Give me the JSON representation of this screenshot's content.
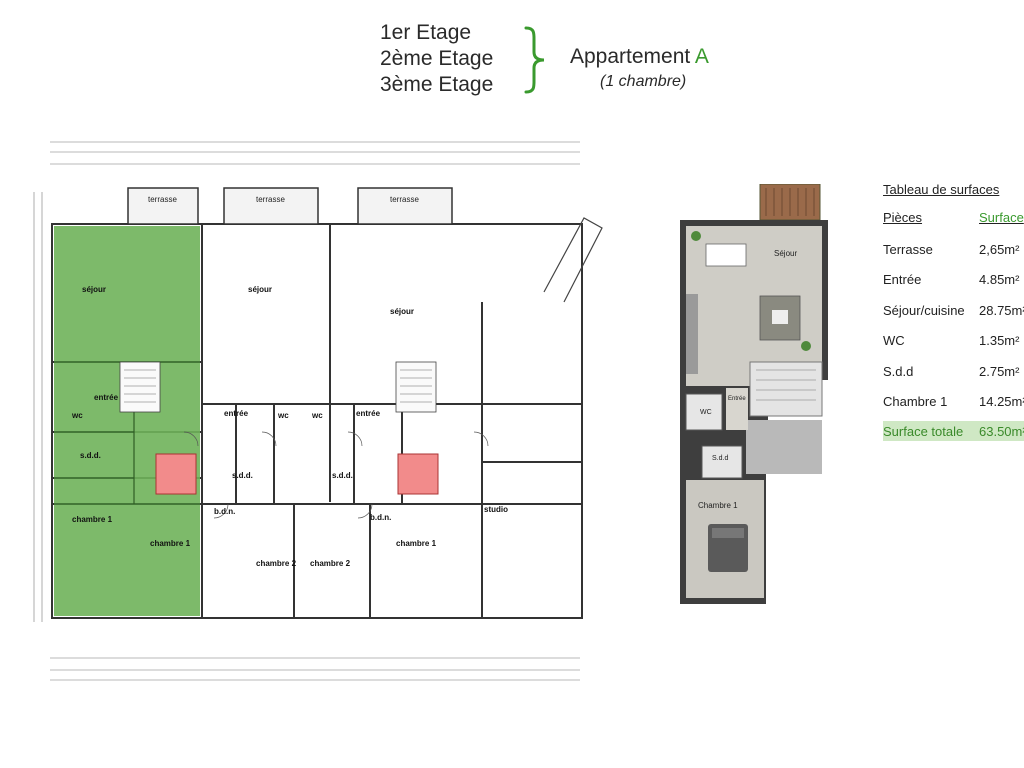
{
  "floors": [
    "1er Etage",
    "2ème Etage",
    "3ème Etage"
  ],
  "apartment": {
    "title_main": "Appartement ",
    "title_letter": "A",
    "subtitle": "(1 chambre)"
  },
  "colors": {
    "accent": "#3a9a2e",
    "highlight_fill": "#6fb35a",
    "highlight_red": "#f28b8b",
    "table_total_bg": "#cfe8c4"
  },
  "plan": {
    "terraces": [
      "terrasse",
      "terrasse",
      "terrasse"
    ],
    "rooms": {
      "sejour_a": "séjour",
      "sejour_b": "séjour",
      "sejour_c": "séjour",
      "entree_a": "entrée",
      "entree_b": "entrée",
      "entree_c": "entrée",
      "wc_a": "wc",
      "wc_b": "wc",
      "wc_c": "wc",
      "sdd_a": "s.d.d.",
      "sdd_b": "s.d.d.",
      "sdd_c": "s.d.d.",
      "bdn_a": "b.d.n.",
      "bdn_b": "b.d.n.",
      "chambre_a": "chambre 1",
      "chambre_b": "chambre 1",
      "chambre_c": "chambre 2",
      "chambre_d": "chambre 2",
      "chambre_e": "chambre 1",
      "studio": "studio"
    }
  },
  "render_3d": {
    "sejour": "Séjour",
    "entree": "Entrée",
    "wc": "WC",
    "sdd": "S.d.d",
    "chambre": "Chambre 1"
  },
  "surfaces_table": {
    "title": "Tableau de surfaces",
    "headers": {
      "rooms": "Pièces",
      "surface": "Surface"
    },
    "rows": [
      {
        "room": "Terrasse",
        "surface": "2,65m²"
      },
      {
        "room": "Entrée",
        "surface": "4.85m²"
      },
      {
        "room": "Séjour/cuisine",
        "surface": "28.75m²"
      },
      {
        "room": "WC",
        "surface": "1.35m²"
      },
      {
        "room": "S.d.d",
        "surface": "2.75m²"
      },
      {
        "room": "Chambre 1",
        "surface": "14.25m²"
      }
    ],
    "total": {
      "label": "Surface totale",
      "value": "63.50m²"
    }
  }
}
